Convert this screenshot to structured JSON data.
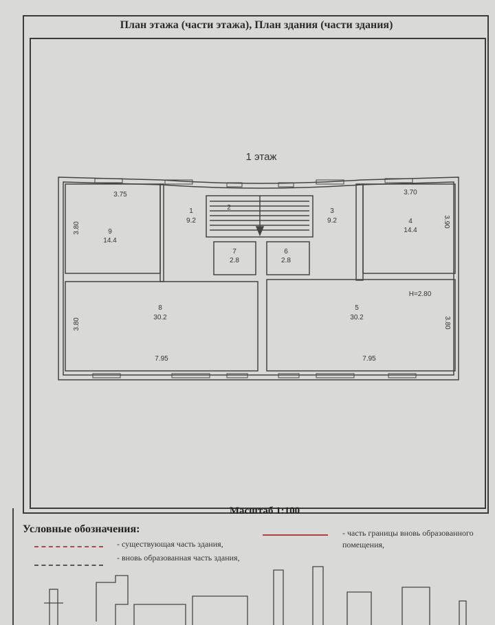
{
  "title": "План этажа (части этажа), План здания (части здания)",
  "floor_label": "1 этаж",
  "rooms": [
    {
      "num": "1",
      "area": "9.2"
    },
    {
      "num": "2"
    },
    {
      "num": "3",
      "area": "9.2"
    },
    {
      "num": "4",
      "area": "14.4"
    },
    {
      "num": "5",
      "area": "30.2"
    },
    {
      "num": "6",
      "area": "2.8"
    },
    {
      "num": "7",
      "area": "2.8"
    },
    {
      "num": "8",
      "area": "30.2"
    },
    {
      "num": "9",
      "area": "14.4"
    }
  ],
  "dimensions": {
    "room9_width": "3.75",
    "room9_depth": "3.80",
    "room4_width": "3.70",
    "room4_depth": "3.90",
    "room8_width": "7.95",
    "room8_depth": "3.80",
    "room5_width": "7.95",
    "room5_depth": "3.80",
    "height": "H=2.80"
  },
  "scale": "Масштаб 1:100",
  "legend": {
    "title": "Условные обозначения:",
    "existing": "- существующая часть здания,",
    "new": "- вновь образованная часть здания,",
    "boundary": "- часть границы вновь образованного помещения,",
    "colors": {
      "existing": "#b04848",
      "new": "#555555",
      "boundary": "#b04040"
    }
  }
}
